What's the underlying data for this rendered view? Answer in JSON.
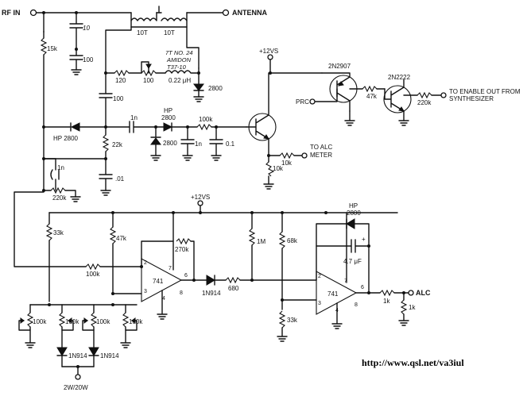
{
  "ports": {
    "rf_in": "RF IN",
    "antenna": "ANTENNA",
    "plus12_top": "+12VS",
    "plus12_mid": "+12VS",
    "prc": "PRC",
    "to_enable": "TO ENABLE OUT FROM",
    "synthesizer": "SYNTHESIZER",
    "to_alc": "TO ALC",
    "meter": "METER",
    "alc": "ALC",
    "power": "2W/20W"
  },
  "transformer": {
    "left": "10T",
    "right": "10T"
  },
  "labels": {
    "c10": "10",
    "c100_top": "100",
    "r15k": "15k",
    "r120": "120",
    "pot100": "100",
    "toroid_1": "7T NO. 24",
    "toroid_2": "AMIDON",
    "toroid_3": "T37-10",
    "ind": "0.22 μH",
    "d2800_top": "2800",
    "c100_mid": "100",
    "hp2800_left": "HP 2800",
    "c1n_a": "1n",
    "hp_label": "HP",
    "d2800_mid": "2800",
    "r100k_mid": "100k",
    "d2800_b": "2800",
    "c1n_b": "1n",
    "c01_b": "0.1",
    "r22k": "22k",
    "c1n_c": "1n",
    "c01_c": ".01",
    "r220k_a": "220k",
    "r10k_a": "10k",
    "r10k_b": "10k",
    "q1": "2N2907",
    "q2": "2N2222",
    "r47k": "47k",
    "r220k_b": "220k",
    "r33k_left": "33k",
    "r47k_vert": "47k",
    "r270k": "270k",
    "r100k_in": "100k",
    "opamp1": "741",
    "p2": "2",
    "p3": "3",
    "p4": "4",
    "p6": "6",
    "p7": "7",
    "p8": "8",
    "d1n914_mid": "1N914",
    "r680": "680",
    "r1m": "1M",
    "r68k": "68k",
    "r33k_right": "33k",
    "hp2800_fb_a": "HP",
    "hp2800_fb_b": "2800",
    "c47u": "4.7 μF",
    "plus": "+",
    "opamp2": "741",
    "q2p2": "2",
    "q2p3": "3",
    "q2p4": "4",
    "q2p6": "6",
    "q2p7": "7",
    "q2p8": "8",
    "r1k_a": "1k",
    "r1k_b": "1k",
    "pot_a": "100k",
    "pot_b": "100k",
    "pot_c": "100k",
    "pot_d": "100k",
    "d1n914_a": "1N914",
    "d1n914_b": "1N914"
  },
  "watermark": "http://www.qsl.net/va3iul"
}
